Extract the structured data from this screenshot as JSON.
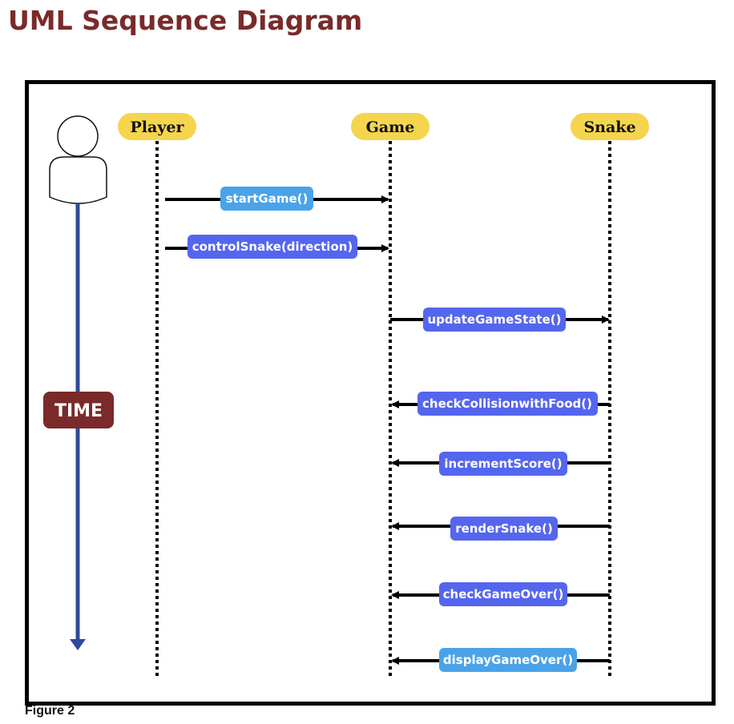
{
  "title": "UML Sequence Diagram",
  "caption": "Figure 2",
  "time_label": "TIME",
  "lifelines": [
    {
      "id": "player",
      "label": "Player"
    },
    {
      "id": "game",
      "label": "Game"
    },
    {
      "id": "snake",
      "label": "Snake"
    }
  ],
  "messages": [
    {
      "label": "startGame()",
      "from": "player",
      "to": "game",
      "style": "light"
    },
    {
      "label": "controlSnake(direction)",
      "from": "player",
      "to": "game",
      "style": "dark"
    },
    {
      "label": "updateGameState()",
      "from": "game",
      "to": "snake",
      "style": "dark"
    },
    {
      "label": "checkCollisionwithFood()",
      "from": "snake",
      "to": "game",
      "style": "dark"
    },
    {
      "label": "incrementScore()",
      "from": "snake",
      "to": "game",
      "style": "dark"
    },
    {
      "label": "renderSnake()",
      "from": "snake",
      "to": "game",
      "style": "dark"
    },
    {
      "label": "checkGameOver()",
      "from": "snake",
      "to": "game",
      "style": "dark"
    },
    {
      "label": "displayGameOver()",
      "from": "snake",
      "to": "game",
      "style": "light"
    }
  ],
  "colors": {
    "title": "#7a2a2a",
    "lane_pill": "#f5d54e",
    "msg_light": "#4aa3e8",
    "msg_dark": "#5566ee",
    "time_badge": "#7a2a2a",
    "time_arrow": "#2f4a9c"
  }
}
